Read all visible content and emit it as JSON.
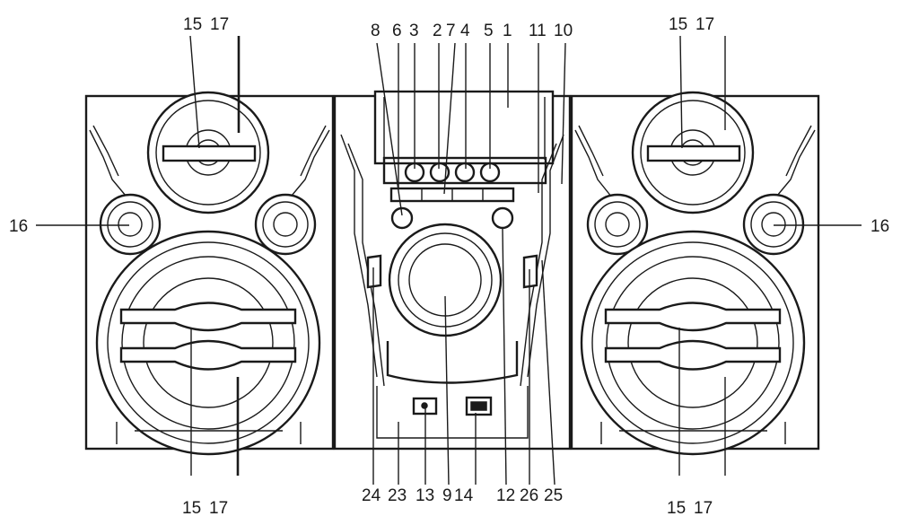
{
  "labels": {
    "l_tl_15": "15",
    "l_tl_17": "17",
    "l_tr_15": "15",
    "l_tr_17": "17",
    "l_bl_15": "15",
    "l_bl_17": "17",
    "l_br_15": "15",
    "l_br_17": "17",
    "l_left_16": "16",
    "l_right_16": "16",
    "t8": "8",
    "t6": "6",
    "t3": "3",
    "t2": "2",
    "t7": "7",
    "t4": "4",
    "t5": "5",
    "t1": "1",
    "t11": "11",
    "t10": "10",
    "b24": "24",
    "b23": "23",
    "b13": "13",
    "b9": "9",
    "b14": "14",
    "b12": "12",
    "b26": "26",
    "b25": "25"
  }
}
